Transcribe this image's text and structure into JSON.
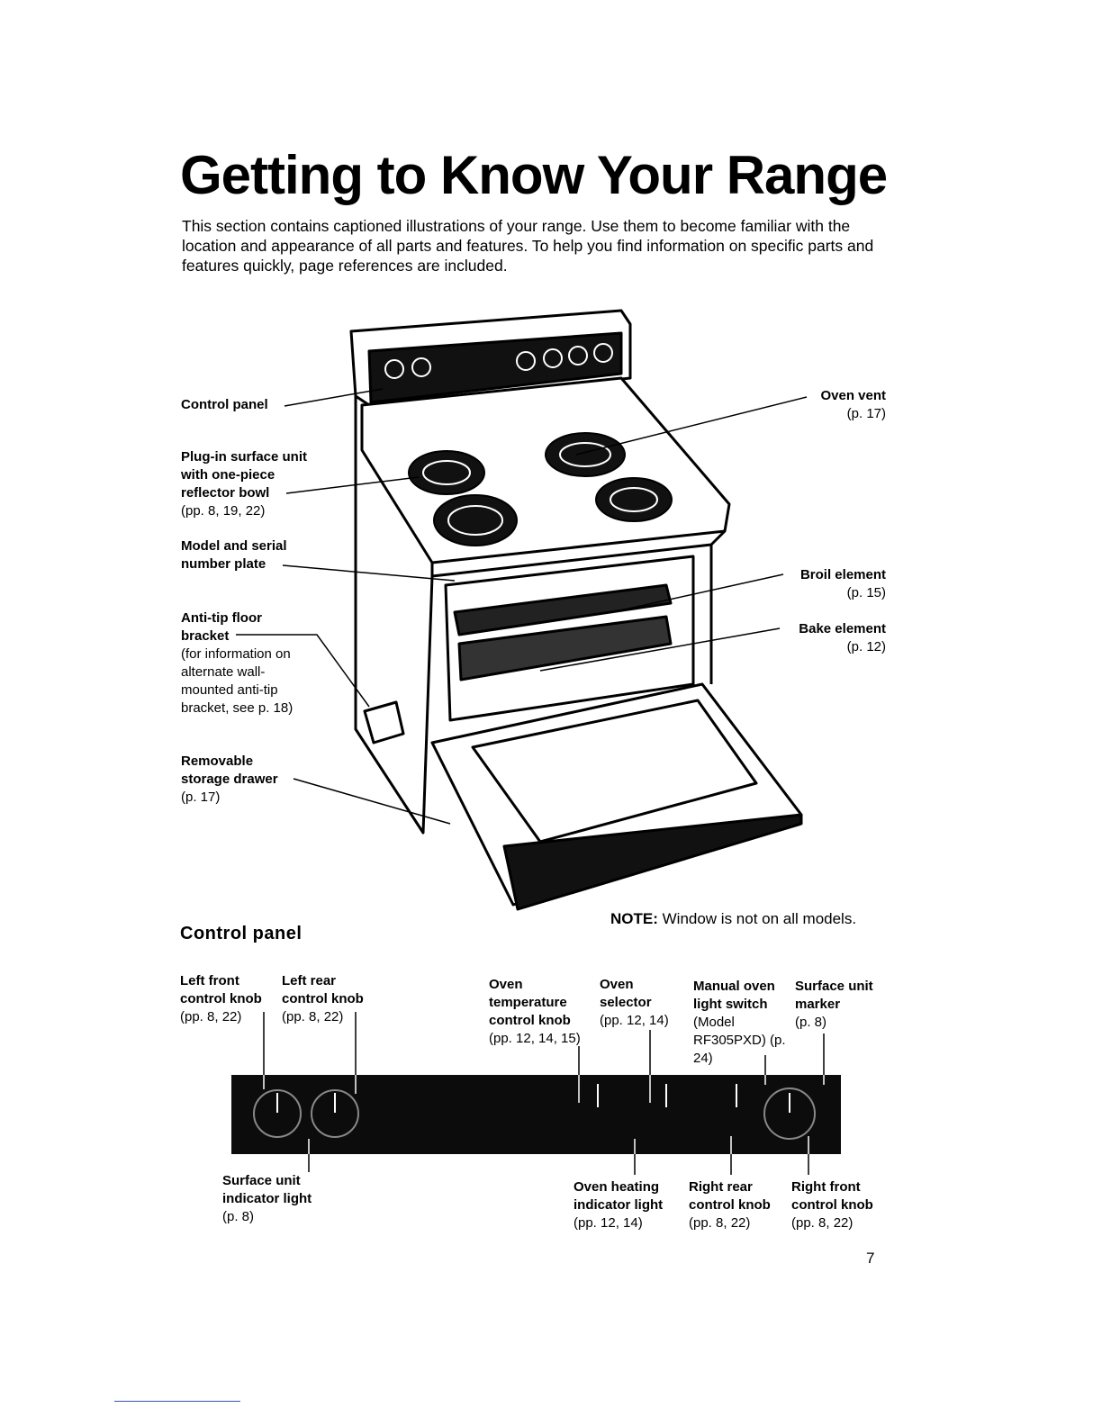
{
  "title": "Getting to Know Your Range",
  "intro": "This section contains captioned illustrations of your range. Use them to become familiar with the location and appearance of all parts and features. To help you find information on specific parts and features quickly, page references are included.",
  "range_callouts": {
    "control_panel": {
      "title": "Control panel",
      "ref": ""
    },
    "surface_unit": {
      "title": "Plug-in surface unit with one-piece reflector bowl",
      "ref": "(pp. 8, 19, 22)"
    },
    "model_plate": {
      "title": "Model and serial number plate",
      "ref": ""
    },
    "anti_tip": {
      "title": "Anti-tip floor bracket",
      "ref": "(for information on alternate wall-mounted anti-tip bracket, see p. 18)"
    },
    "drawer": {
      "title": "Removable storage drawer",
      "ref": "(p. 17)"
    },
    "oven_vent": {
      "title": "Oven vent",
      "ref": "(p. 17)"
    },
    "broil": {
      "title": "Broil element",
      "ref": "(p. 15)"
    },
    "bake": {
      "title": "Bake element",
      "ref": "(p. 12)"
    }
  },
  "note": {
    "label": "NOTE:",
    "text": "Window is not on all models."
  },
  "control_panel_heading": "Control panel",
  "panel_callouts": {
    "left_front": {
      "title": "Left front control knob",
      "ref": "(pp. 8, 22)"
    },
    "left_rear": {
      "title": "Left rear control knob",
      "ref": "(pp. 8, 22)"
    },
    "oven_temp": {
      "title": "Oven temperature control knob",
      "ref": "(pp. 12, 14, 15)"
    },
    "oven_selector": {
      "title": "Oven selector",
      "ref": "(pp. 12, 14)"
    },
    "light_switch": {
      "title": "Manual oven light switch",
      "ref": "(Model RF305PXD) (p. 24)"
    },
    "surface_marker": {
      "title": "Surface unit marker",
      "ref": "(p. 8)"
    },
    "indicator_light": {
      "title": "Surface unit indicator light",
      "ref": "(p. 8)"
    },
    "oven_heating": {
      "title": "Oven heating indicator light",
      "ref": "(pp. 12, 14)"
    },
    "right_rear": {
      "title": "Right rear control knob",
      "ref": "(pp. 8, 22)"
    },
    "right_front": {
      "title": "Right front control knob",
      "ref": "(pp. 8, 22)"
    }
  },
  "page_number": "7"
}
